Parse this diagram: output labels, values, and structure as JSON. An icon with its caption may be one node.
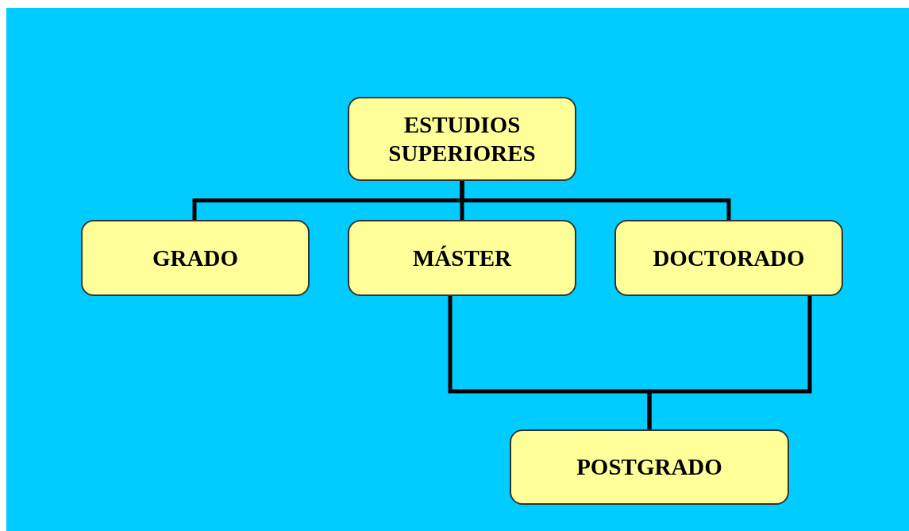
{
  "diagram": {
    "nodes": [
      {
        "text": [
          "ESTUDIOS SUPERIORES"
        ]
      },
      {
        "text": [
          "GRADO"
        ]
      },
      {
        "text": [
          "MÁSTER"
        ]
      },
      {
        "text": [
          "DOCTORADO"
        ]
      },
      {
        "text": [
          "POSTGRADO"
        ]
      }
    ],
    "edges": [
      {
        "from": 0,
        "to": 1,
        "arrow": "none"
      },
      {
        "from": 0,
        "to": 2,
        "arrow": "none"
      },
      {
        "from": 0,
        "to": 3,
        "arrow": "none"
      },
      {
        "from": 2,
        "to": 4,
        "arrow": "none"
      },
      {
        "from": 3,
        "to": 4,
        "arrow": "none"
      }
    ]
  }
}
